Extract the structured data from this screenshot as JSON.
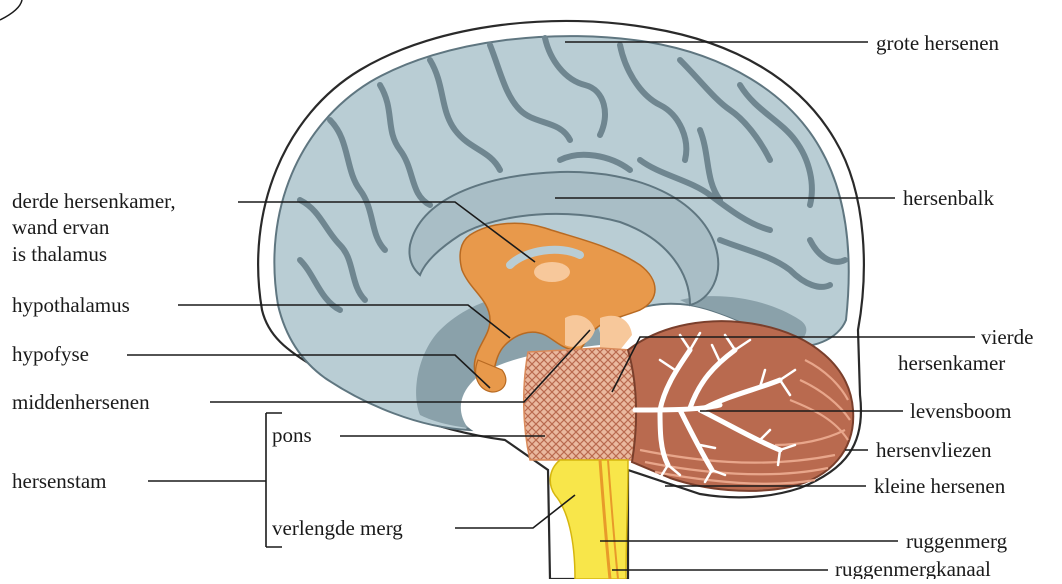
{
  "labels": {
    "grote_hersenen": "grote hersenen",
    "hersenbalk": "hersenbalk",
    "derde_hersenkamer": [
      "derde hersenkamer,",
      "wand ervan",
      "is thalamus"
    ],
    "hypothalamus": "hypothalamus",
    "hypofyse": "hypofyse",
    "middenhersenen": "middenhersenen",
    "pons": "pons",
    "hersenstam": "hersenstam",
    "verlengde_merg": "verlengde merg",
    "vierde_hersenkamer": [
      "vierde",
      "hersenkamer"
    ],
    "levensboom": "levensboom",
    "hersenvliezen": "hersenvliezen",
    "kleine_hersenen": "kleine hersenen",
    "ruggenmerg": "ruggenmerg",
    "ruggenmergkanaal": "ruggenmergkanaal"
  },
  "colors": {
    "cerebrum": "#b9cdd4",
    "cerebrum_dark": "#6f8690",
    "cerebrum_shadow": "#8aa1aa",
    "inner": "#e8994b",
    "inner_light": "#f7c89b",
    "brainstem": "#e0a284",
    "cerebellum": "#b96a4f",
    "cerebellum_light": "#d88f74",
    "spinal_cord": "#f8e64a",
    "spinal_canal": "#e89a2a",
    "outline": "#1a1a1a"
  }
}
